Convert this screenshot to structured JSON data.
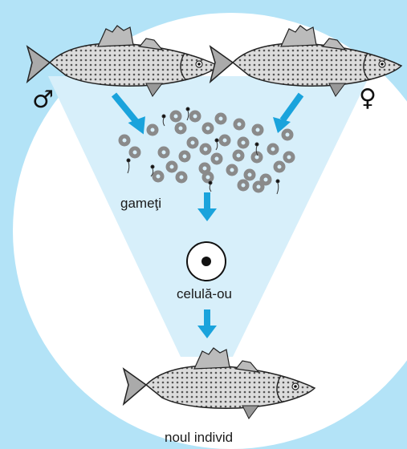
{
  "labels": {
    "gametes": "gameţi",
    "zygote": "celulă-ou",
    "new_individual": "noul individ"
  },
  "symbols": {
    "male": "♂",
    "female": "♀"
  },
  "colors": {
    "background": "#b3e3f7",
    "circle": "#ffffff",
    "cone": "#d7effa",
    "arrow": "#1aa3dc",
    "gamete_ring": "#8a8a8a"
  }
}
